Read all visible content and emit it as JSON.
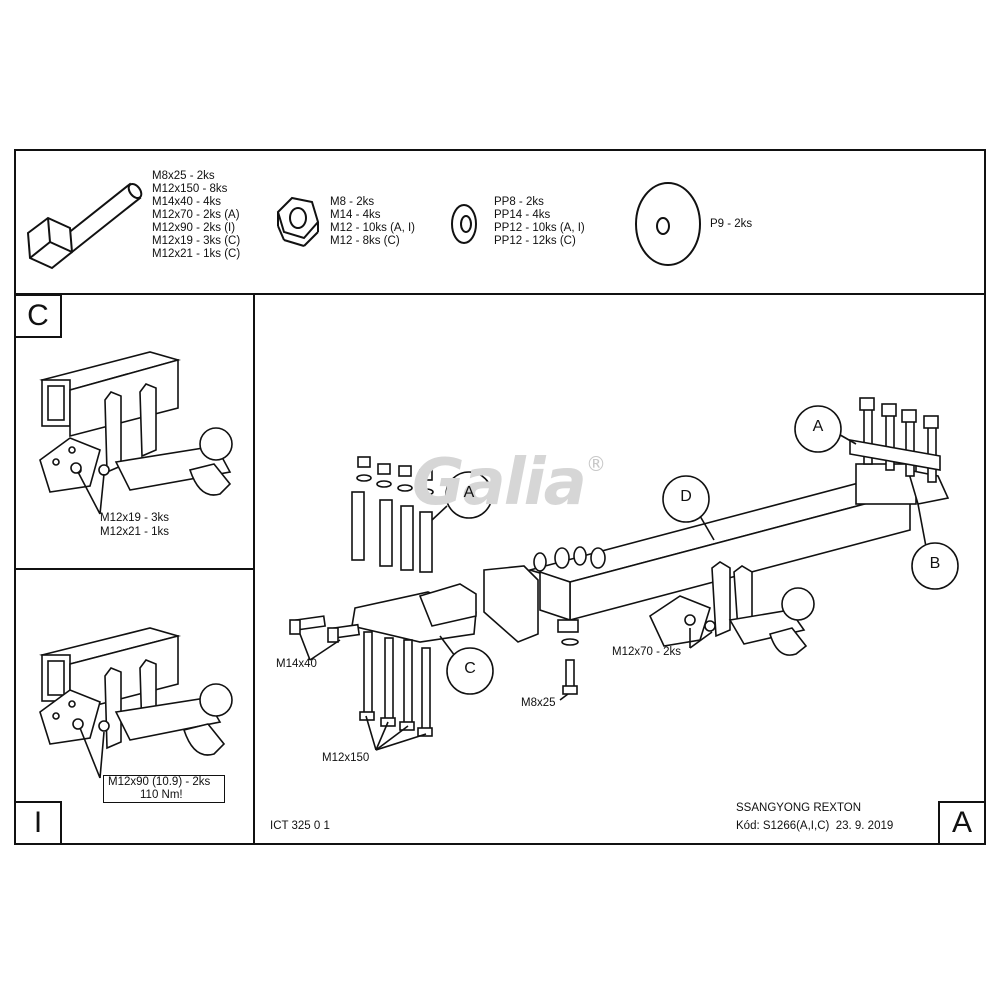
{
  "parts": {
    "bolt": [
      "M8x25 - 2ks",
      "M12x150 - 8ks",
      "M14x40 - 4ks",
      "M12x70 - 2ks (A)",
      "M12x90 - 2ks (I)",
      "M12x19 - 3ks (C)",
      "M12x21 - 1ks (C)"
    ],
    "nut": [
      "M8 - 2ks",
      "M14 - 4ks",
      "M12 - 10ks (A, I)",
      "M12 - 8ks (C)"
    ],
    "washer": [
      "PP8 - 2ks",
      "PP14 - 4ks",
      "PP12 - 10ks (A, I)",
      "PP12 - 12ks (C)"
    ],
    "plate_washer": [
      "P9 - 2ks"
    ]
  },
  "panels": {
    "c": {
      "letter": "C",
      "label1": "M12x19 - 3ks",
      "label2": "M12x21 - 1ks"
    },
    "i": {
      "letter": "I",
      "label1": "M12x90 (10.9) - 2ks",
      "label2": "110 Nm!"
    },
    "a": {
      "letter": "A"
    }
  },
  "callouts": {
    "a1": "A",
    "a2": "A",
    "b": "B",
    "c": "C",
    "d": "D"
  },
  "labels": {
    "m14x40": "M14x40",
    "m12x150": "M12x150",
    "m8x25": "M8x25",
    "m12x70": "M12x70 - 2ks",
    "ict": "ICT 325 0 1",
    "vehicle": "SSANGYONG REXTON",
    "code": "Kód: S1266(A,I,C)  23. 9. 2019"
  },
  "logo": {
    "text": "Galia",
    "mark": "®"
  }
}
